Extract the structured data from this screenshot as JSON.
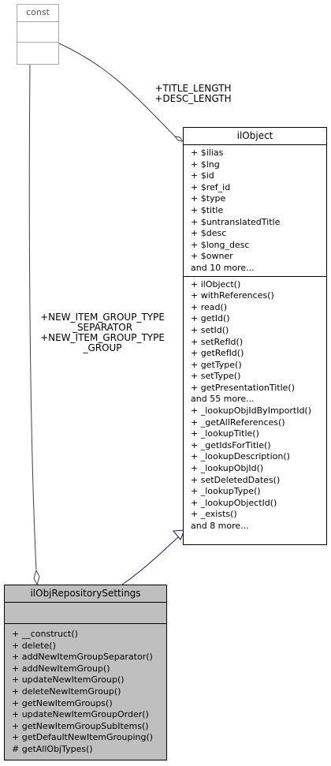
{
  "classes": {
    "const": {
      "name": "const",
      "attributes": [],
      "operations": []
    },
    "ilObject": {
      "name": "ilObject",
      "attributes": [
        "+ $ilias",
        "+ $lng",
        "+ $id",
        "+ $ref_id",
        "+ $type",
        "+ $title",
        "+ $untranslatedTitle",
        "+ $desc",
        "+ $long_desc",
        "+ $owner",
        "and 10 more..."
      ],
      "operations": [
        "+ ilObject()",
        "+ withReferences()",
        "+ read()",
        "+ getId()",
        "+ setId()",
        "+ setRefId()",
        "+ getRefId()",
        "+ getType()",
        "+ setType()",
        "+ getPresentationTitle()",
        "and 55 more...",
        "+ _lookupObjIdByImportId()",
        "+ _getAllReferences()",
        "+ _lookupTitle()",
        "+ _getIdsForTitle()",
        "+ _lookupDescription()",
        "+ _lookupObjId()",
        "+ setDeletedDates()",
        "+ _lookupType()",
        "+ _lookupObjectId()",
        "+ _exists()",
        "and 8 more..."
      ]
    },
    "ilObjRepositorySettings": {
      "name": "ilObjRepositorySettings",
      "attributes": [],
      "operations": [
        "+ __construct()",
        "+ delete()",
        "+ addNewItemGroupSeparator()",
        "+ addNewItemGroup()",
        "+ updateNewItemGroup()",
        "+ deleteNewItemGroup()",
        "+ getNewItemGroups()",
        "+ updateNewItemGroupOrder()",
        "+ getNewItemGroupSubItems()",
        "+ getDefaultNewItemGrouping()",
        "# getAllObjTypes()"
      ]
    }
  },
  "edge_labels": {
    "const_to_ilobject": [
      "+TITLE_LENGTH",
      "+DESC_LENGTH"
    ],
    "const_to_settings": [
      "+NEW_ITEM_GROUP_TYPE",
      "_SEPARATOR",
      "+NEW_ITEM_GROUP_TYPE",
      "_GROUP"
    ]
  },
  "colors": {
    "generalization_arrow": "#191970",
    "association_line": "#404040",
    "highlight_class_fill": "#bfbfbf",
    "const_border": "#aaaaaa"
  }
}
